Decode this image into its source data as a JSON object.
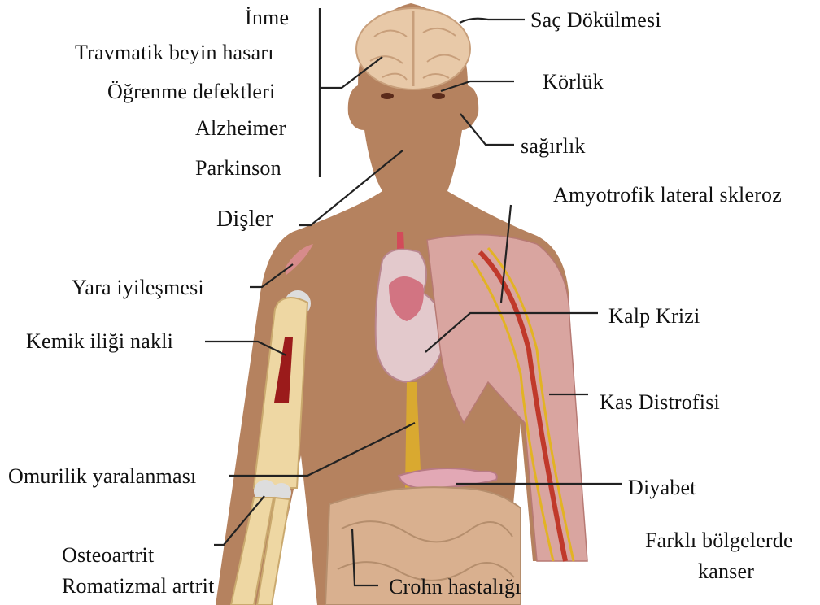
{
  "labels": {
    "inme": "İnme",
    "travmatik": "Travmatik beyin hasarı",
    "ogrenme": "Öğrenme defektleri",
    "alzheimer": "Alzheimer",
    "parkinson": "Parkinson",
    "sac": "Saç Dökülmesi",
    "korluk": "Körlük",
    "sagirlik": "sağırlık",
    "disler": "Dişler",
    "als": "Amyotrofik lateral skleroz",
    "yara": "Yara  iyileşmesi",
    "kalp": "Kalp  Krizi",
    "kemik": "Kemik iliği nakli",
    "kas": "Kas Distrofisi",
    "omurilik": "Omurilik yaralanması",
    "diyabet": "Diyabet",
    "kanser_1": "Farklı bölgelerde",
    "kanser_2": "kanser",
    "osteoartrit": "Osteoartrit",
    "romatizmal": "Romatizmal  artrit",
    "crohn": "Crohn hastalığı"
  },
  "colors": {
    "skin": "#b5825f",
    "brain": "#e8c9a8",
    "bone": "#eed7a3",
    "marrow": "#9b1b1b",
    "heart": "#d88a96",
    "muscle": "#d9a5a0",
    "intestine": "#d9b08f",
    "nerve": "#e2b324",
    "artery": "#c0392b",
    "line": "#222222"
  }
}
